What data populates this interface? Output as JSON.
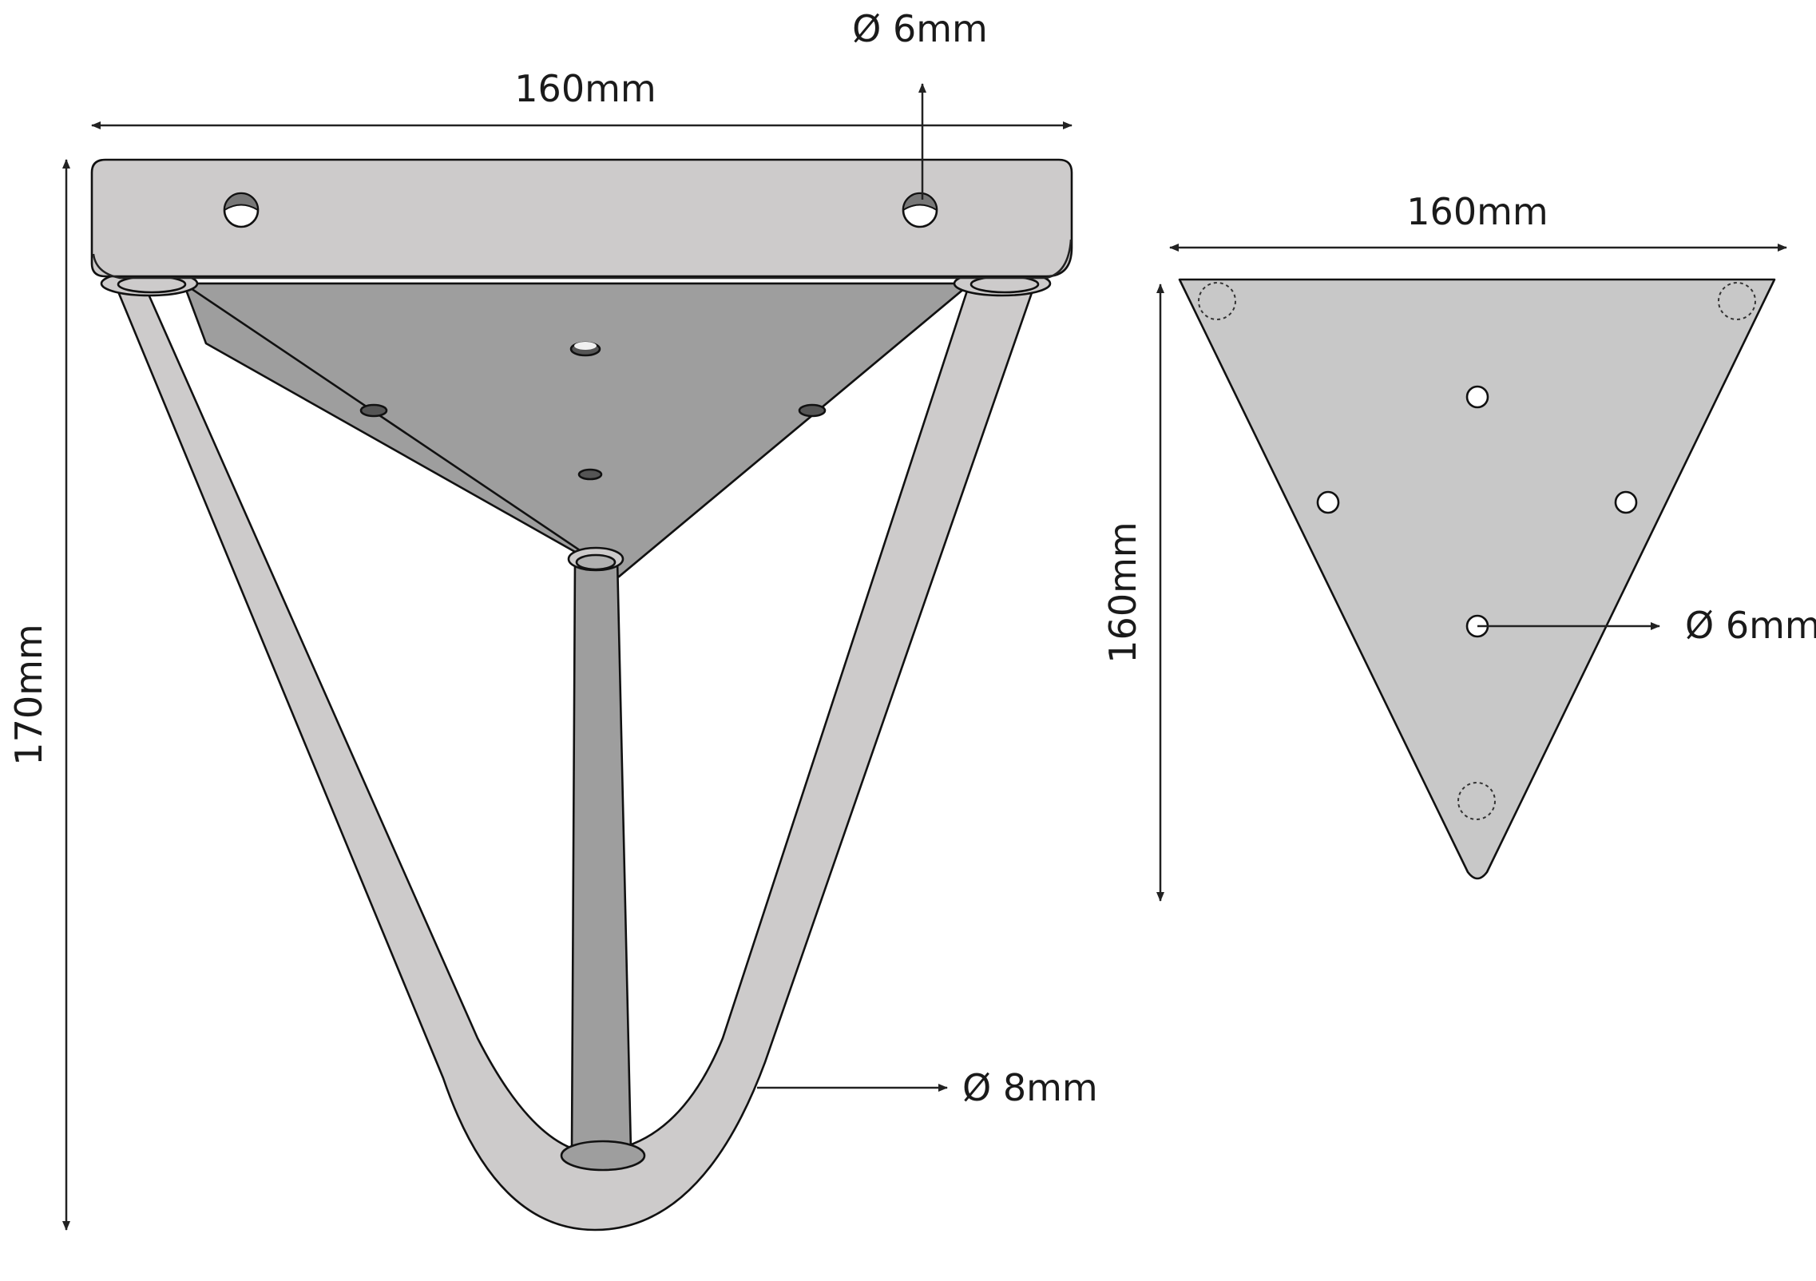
{
  "side_view": {
    "width_label": "160mm",
    "height_label": "170mm",
    "hole_label": "Ø 6mm",
    "rod_label": "Ø 8mm"
  },
  "top_view": {
    "width_label": "160mm",
    "height_label": "160mm",
    "hole_label": "Ø 6mm"
  },
  "colors": {
    "light_metal": "#cdcbcb",
    "dark_plate": "#9e9e9e",
    "triangle_plate": "#c8c8c8",
    "outline": "#111111"
  }
}
